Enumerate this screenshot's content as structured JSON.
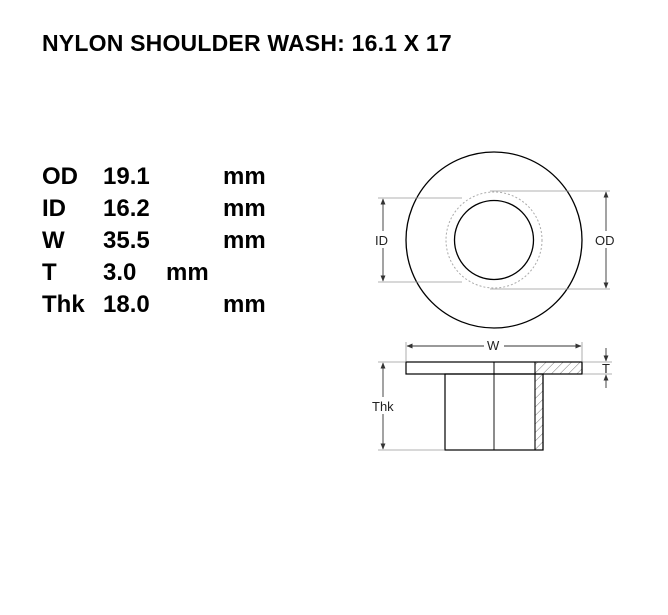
{
  "title": "NYLON SHOULDER WASH: 16.1 X 17",
  "specs": [
    {
      "label": "OD",
      "value": "19.1",
      "unit": "mm"
    },
    {
      "label": "ID",
      "value": "16.2",
      "unit": "mm"
    },
    {
      "label": "W",
      "value": "35.5",
      "unit": "mm"
    },
    {
      "label": "T",
      "value": "3.0",
      "unit": "mm"
    },
    {
      "label": "Thk",
      "value": "18.0",
      "unit": "mm"
    }
  ],
  "drawing": {
    "top_view": {
      "id_label": "ID",
      "od_label": "OD"
    },
    "side_view": {
      "w_label": "W",
      "t_label": "T",
      "thk_label": "Thk"
    }
  }
}
